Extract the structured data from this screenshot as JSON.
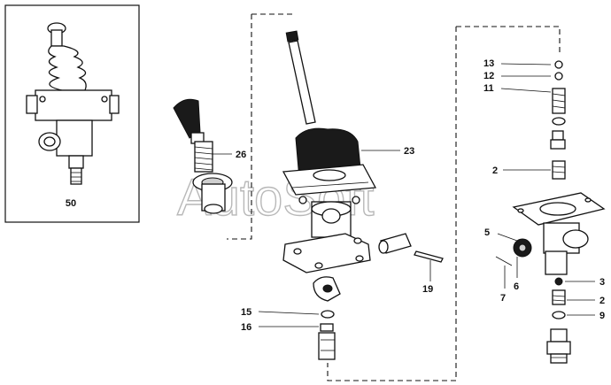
{
  "watermark": "AutoSoft",
  "callouts": {
    "c50": "50",
    "c26": "26",
    "c23": "23",
    "c13": "13",
    "c12": "12",
    "c11": "11",
    "c2a": "2",
    "c5": "5",
    "c6": "6",
    "c7": "7",
    "c3": "3",
    "c2b": "2",
    "c9": "9",
    "c19": "19",
    "c15": "15",
    "c16": "16"
  },
  "colors": {
    "ink": "#111111",
    "watermark": "#b8b8b8",
    "rubber": "#1a1a1a"
  }
}
